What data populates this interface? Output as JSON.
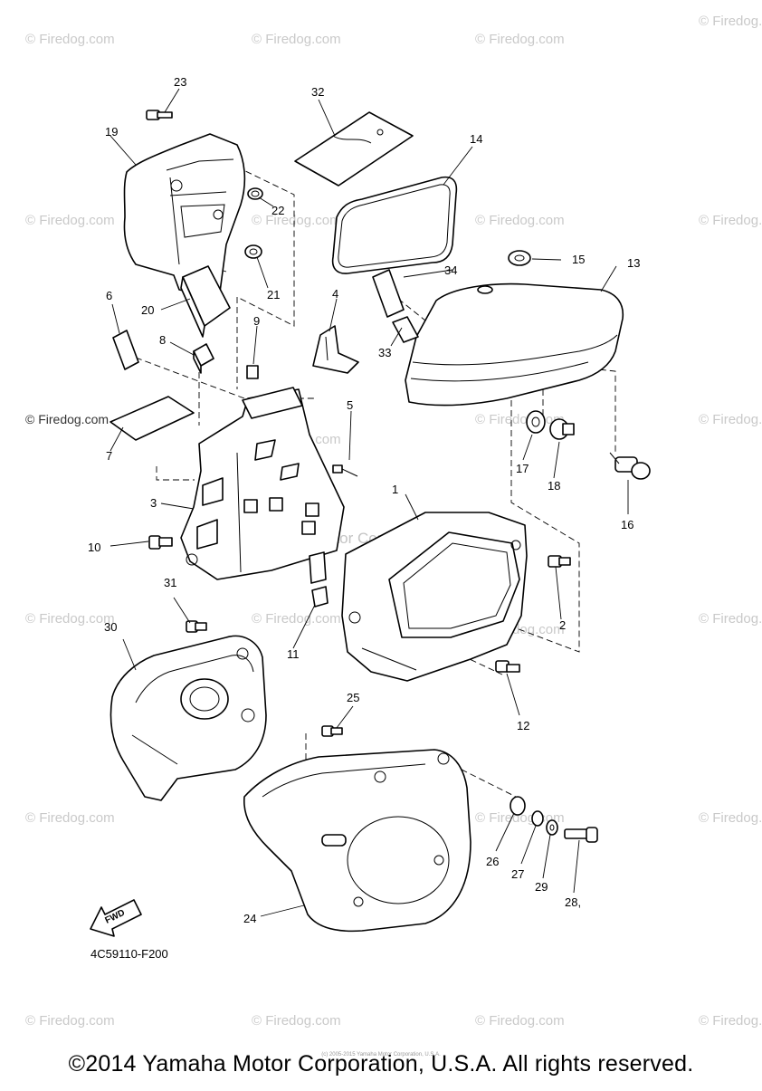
{
  "watermark": {
    "text": "© Firedog.com",
    "url_text": "© Firedog.com"
  },
  "center_watermark": "Yamaha Motor Corp. U.S.A.",
  "diagram_code": "4C59110-F200",
  "fwd_label": "FWD",
  "copyright": "©2014 Yamaha Motor Corporation, U.S.A. All rights reserved.",
  "tiny_credit": "(c) 2005-2015 Yamaha Motor Corporation, U.S.A.",
  "callouts": {
    "c1": "1",
    "c2": "2",
    "c3": "3",
    "c4": "4",
    "c5": "5",
    "c6": "6",
    "c7": "7",
    "c8": "8",
    "c9": "9",
    "c10": "10",
    "c11": "11",
    "c12": "12",
    "c13": "13",
    "c14": "14",
    "c15": "15",
    "c16": "16",
    "c17": "17",
    "c18": "18",
    "c19": "19",
    "c20": "20",
    "c21": "21",
    "c22": "22",
    "c23": "23",
    "c24": "24",
    "c25": "25",
    "c26": "26",
    "c27": "27",
    "c28": "28,",
    "c29": "29",
    "c30": "30",
    "c31": "31",
    "c32": "32",
    "c33": "33",
    "c34": "34"
  }
}
